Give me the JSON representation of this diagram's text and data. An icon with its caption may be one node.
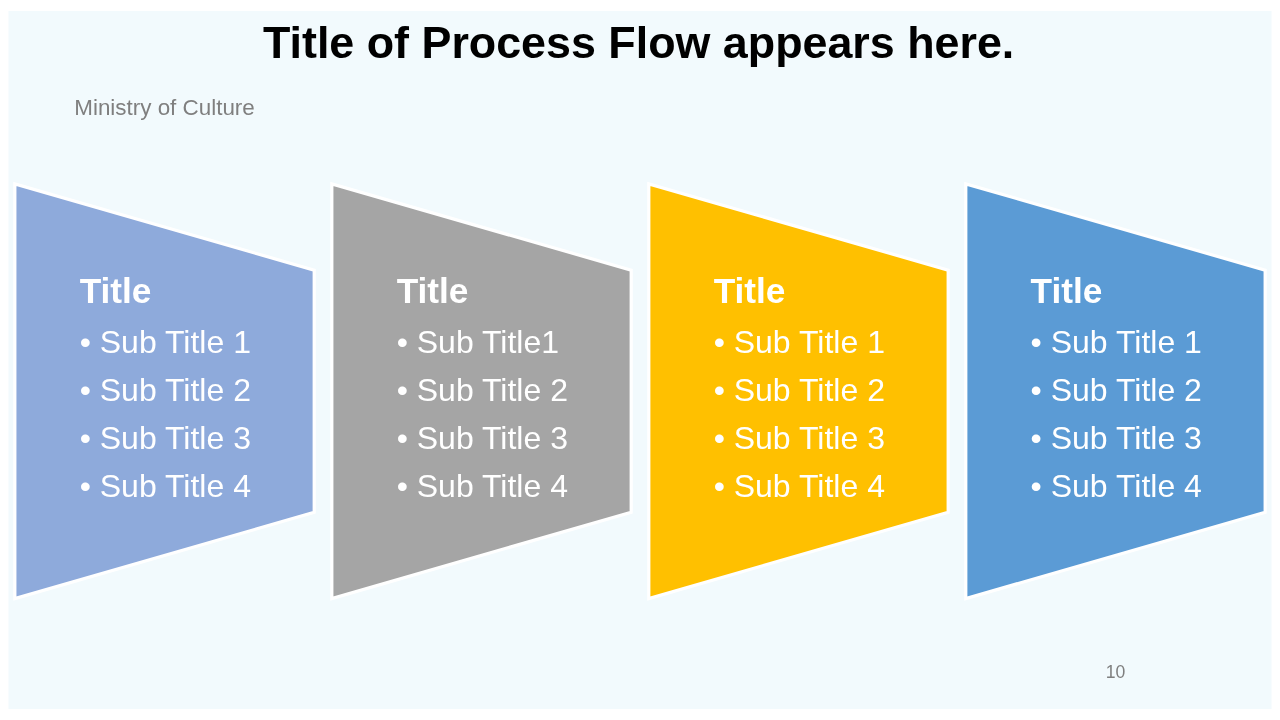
{
  "diagram": {
    "title": "Title of Process Flow appears here.",
    "nodes": [
      {
        "text": [
          "Title",
          "• Sub Title 1",
          "• Sub Title 2",
          "• Sub Title 3",
          "• Sub Title 4"
        ]
      },
      {
        "text": [
          "Title",
          "• Sub Title1",
          "• Sub Title 2",
          "• Sub Title 3",
          "• Sub Title 4"
        ]
      },
      {
        "text": [
          "Title",
          "• Sub Title 1",
          "• Sub Title 2",
          "• Sub Title 3",
          "• Sub Title 4"
        ]
      },
      {
        "text": [
          "Title",
          "• Sub Title 1",
          "• Sub Title 2",
          "• Sub Title 3",
          "• Sub Title 4"
        ]
      }
    ],
    "edges": [],
    "labels": [
      "Ministry of Culture",
      "10"
    ]
  }
}
